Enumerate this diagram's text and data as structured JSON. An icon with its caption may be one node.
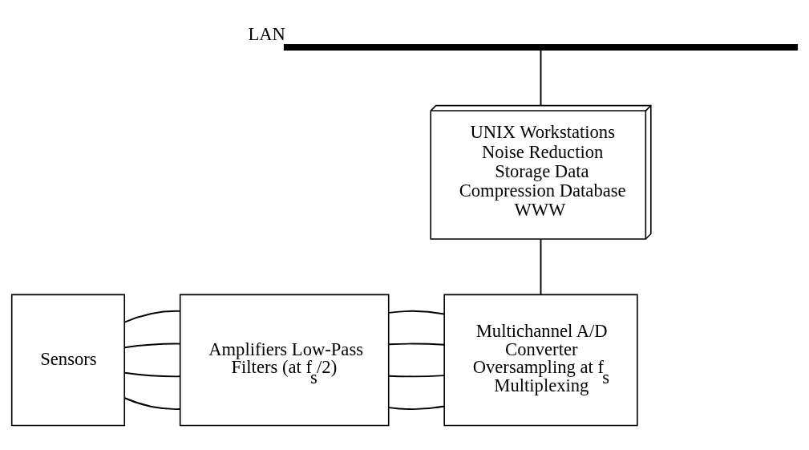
{
  "diagram": {
    "nodes": [
      {
        "text": [],
        "shape": "bar",
        "beside": [
          "LAN"
        ]
      },
      {
        "text": [
          "UNIX Workstations",
          "Noise Reduction Storage Data Compression Database WWW"
        ]
      },
      {
        "text": [
          "Sensors"
        ]
      },
      {
        "text": [
          "Amplifiers Low-Pass Filters (at f$_{s}$/2)"
        ]
      },
      {
        "text": [
          "Multichannel A/D Converter",
          "Oversampling at f$_{s}$ Multiplexing"
        ]
      }
    ],
    "edges": [
      {
        "from": 0,
        "to": 1,
        "arrow": "none"
      },
      {
        "from": 1,
        "to": 4,
        "arrow": "none"
      },
      {
        "from": 2,
        "to": 3,
        "arrow": "none"
      },
      {
        "from": 2,
        "to": 3,
        "arrow": "none"
      },
      {
        "from": 2,
        "to": 3,
        "arrow": "none"
      },
      {
        "from": 2,
        "to": 3,
        "arrow": "none"
      },
      {
        "from": 3,
        "to": 4,
        "arrow": "none"
      },
      {
        "from": 3,
        "to": 4,
        "arrow": "none"
      },
      {
        "from": 3,
        "to": 4,
        "arrow": "none"
      },
      {
        "from": 3,
        "to": 4,
        "arrow": "none"
      }
    ]
  }
}
